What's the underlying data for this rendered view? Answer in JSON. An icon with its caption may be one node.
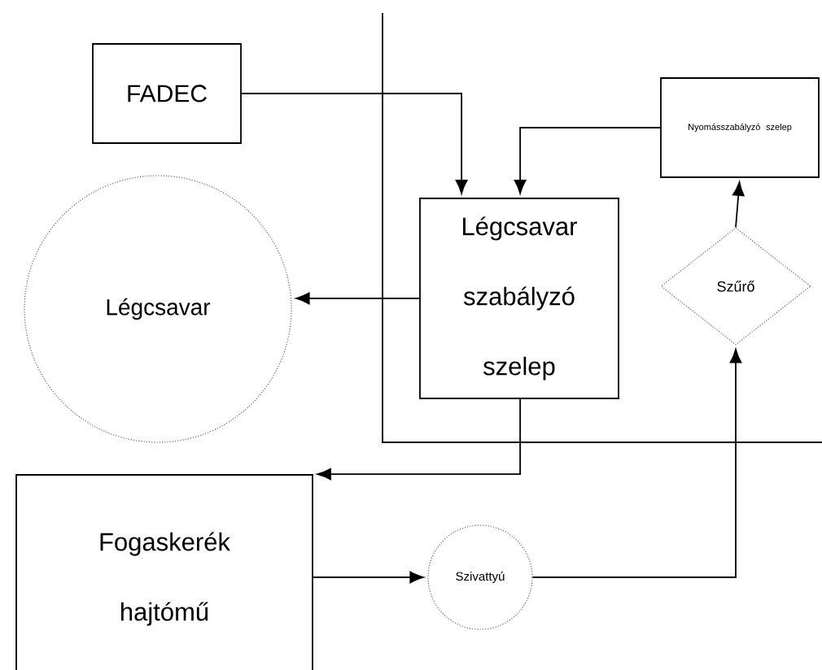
{
  "diagram": {
    "nodes": [
      {
        "text": [
          "FADEC"
        ]
      },
      {
        "text": [
          "Nyomásszabályzó szelep"
        ]
      },
      {
        "text": [
          "Légcsavar szabályzó szelep"
        ]
      },
      {
        "text": [
          "Légcsavar"
        ]
      },
      {
        "text": [
          "Szűrő"
        ]
      },
      {
        "text": [
          "Fogaskerék hajtómű"
        ]
      },
      {
        "text": [
          "Szivattyú"
        ]
      }
    ],
    "edges": [
      {
        "from": 0,
        "to": 2,
        "arrow": "to"
      },
      {
        "from": 1,
        "to": 2,
        "arrow": "to"
      },
      {
        "from": 2,
        "to": 3,
        "arrow": "to"
      },
      {
        "from": 2,
        "to": 5,
        "arrow": "to"
      },
      {
        "from": 5,
        "to": 6,
        "arrow": "to"
      },
      {
        "from": 6,
        "to": 4,
        "arrow": "to"
      },
      {
        "from": 4,
        "to": 1,
        "arrow": "to"
      }
    ]
  }
}
